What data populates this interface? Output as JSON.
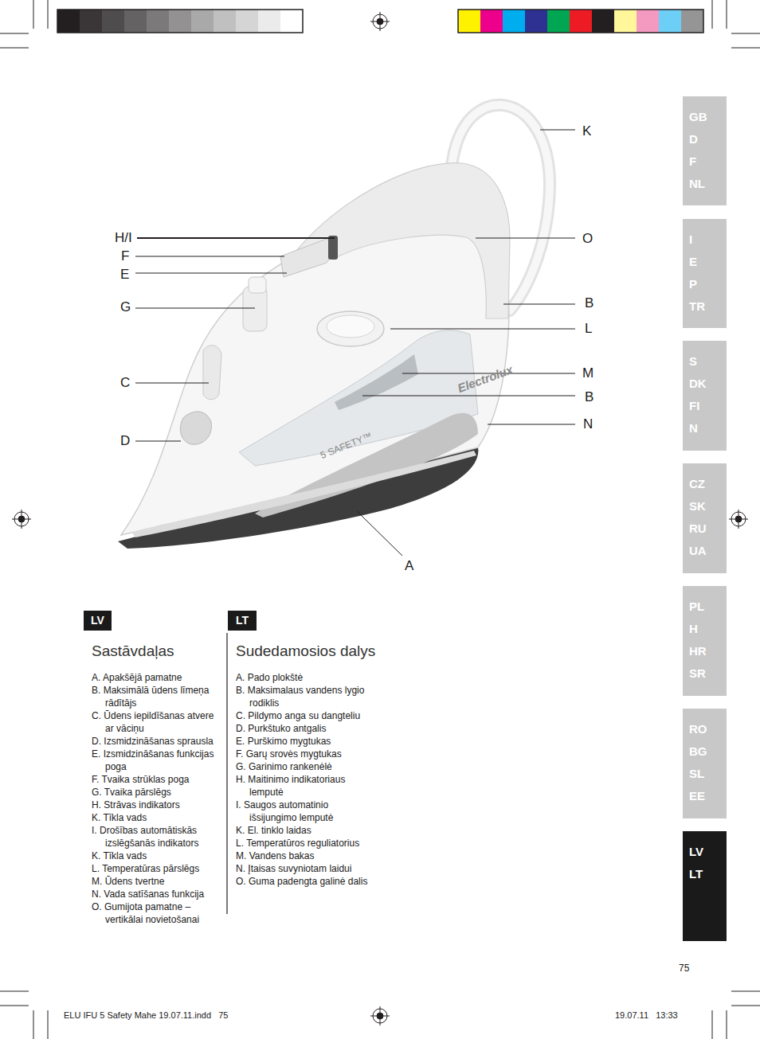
{
  "diagram": {
    "nodes": [
      {
        "text": [
          "GB",
          "D",
          "F",
          "NL"
        ]
      },
      {
        "text": [
          "I",
          "E",
          "P",
          "TR"
        ]
      },
      {
        "text": [
          "S",
          "DK",
          "FI",
          "N"
        ]
      },
      {
        "text": [
          "CZ",
          "SK",
          "RU",
          "UA"
        ]
      },
      {
        "text": [
          "PL",
          "H",
          "HR",
          "SR"
        ]
      },
      {
        "text": [
          "RO",
          "BG",
          "SL",
          "EE"
        ]
      },
      {
        "text": [
          "LV",
          "LT"
        ]
      },
      {
        "text": [
          "LV"
        ]
      },
      {
        "text": [
          "LT"
        ]
      }
    ],
    "labels": [
      "K",
      "H/I",
      "O",
      "F",
      "E",
      "G",
      "B",
      "L",
      "C",
      "M",
      "B",
      "N",
      "D",
      "A",
      "Electrolux",
      "5 SAFETY™",
      "Sastāvdaļas",
      "A. Apakšējā pamatne",
      "B. Maksimālā ūdens līmeņa rādītājs",
      "C. Ūdens iepildīšanas atvere ar vāciņu",
      "D. Izsmidzināšanas sprausla",
      "E. Izsmidzināšanas funkcijas poga",
      "F. Tvaika strūklas poga",
      "G. Tvaika pārslēgs",
      "H. Strāvas indikators",
      "K. Tīkla vads",
      "I. Drošības automātiskās izslēgšanās indikators",
      "K. Tīkla vads",
      "L. Temperatūras pārslēgs",
      "M. Ūdens tvertne",
      "N. Vada satīšanas funkcija",
      "O. Gumijota pamatne – vertikālai novietošanai",
      "Sudedamosios dalys",
      "A. Pado plokštė",
      "B. Maksimalaus vandens lygio rodiklis",
      "C. Pildymo anga su dangteliu",
      "D. Purkštuko antgalis",
      "E. Purškimo mygtukas",
      "F. Garų srovės mygtukas",
      "G. Garinimo rankenėlė",
      "H. Maitinimo indikatoriaus lemputė",
      "I. Saugos automatinio išsijungimo lemputė",
      "K. El. tinklo laidas",
      "L. Temperatūros reguliatorius",
      "M. Vandens bakas",
      "N. Įtaisas suvyniotam laidui",
      "O. Guma padengta galinė dalis",
      "75",
      "ELU IFU 5 Safety Mahe 19.07.11.indd   75",
      "19.07.11   13:33"
    ]
  }
}
